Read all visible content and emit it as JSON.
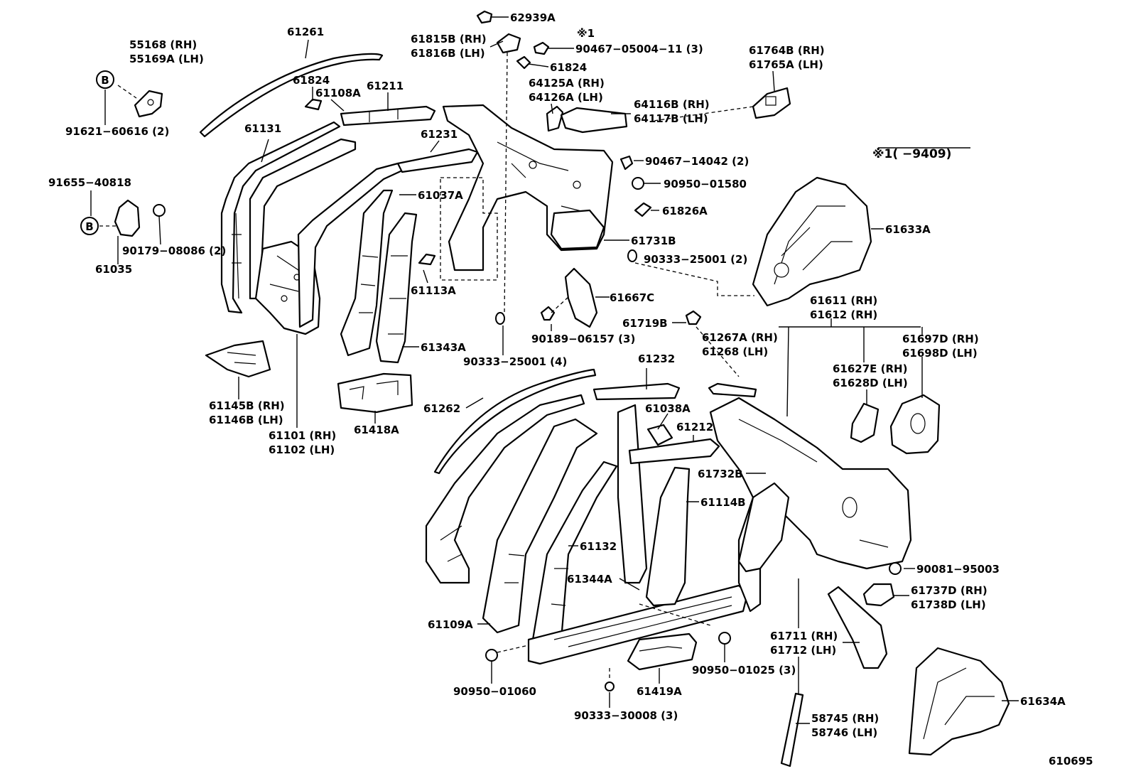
{
  "labels": {
    "l62939A": "62939A",
    "l61815B": "61815B (RH)",
    "l61816B": "61816B (LH)",
    "star1_top": "※1",
    "l90467_05004": "90467−05004−11 (3)",
    "l61824_b": "61824",
    "l61764B": "61764B (RH)",
    "l61765A": "61765A (LH)",
    "l64125A": "64125A (RH)",
    "l64126A": "64126A (LH)",
    "l64116B": "64116B (RH)",
    "l64117B": "64117B (LH)",
    "l61261": "61261",
    "l55168": "55168    (RH)",
    "l55169A": "55169A (LH)",
    "l91621": "91621−60616 (2)",
    "l61824_a": "61824",
    "l61108A": "61108A",
    "l61211": "61211",
    "l61131": "61131",
    "l61231": "61231",
    "l90467_14042": "90467−14042 (2)",
    "star1_note": "※1(        −9409)",
    "l91655": "91655−40818",
    "l90950_01580": "90950−01580",
    "l61037A": "61037A",
    "l61826A": "61826A",
    "l61633A": "61633A",
    "l90179": "90179−08086 (2)",
    "l61035": "61035",
    "l61731B": "61731B",
    "l90333_25001_2": "90333−25001 (2)",
    "l61113A": "61113A",
    "l61667C": "61667C",
    "l61611": "61611 (RH)",
    "l61612": "61612 (RH)",
    "l61719B": "61719B",
    "l61267A": "61267A (RH)",
    "l61268": "61268    (LH)",
    "l61697D": "61697D (RH)",
    "l61698D": "61698D (LH)",
    "l90189": "90189−06157 (3)",
    "l61343A": "61343A",
    "l90333_25001_4": "90333−25001 (4)",
    "l61232": "61232",
    "l61627E": "61627E (RH)",
    "l61628D": "61628D (LH)",
    "l61145B": "61145B (RH)",
    "l61146B": "61146B (LH)",
    "l61262": "61262",
    "l61038A": "61038A",
    "l61418A": "61418A",
    "l61212": "61212",
    "l61101": "61101 (RH)",
    "l61102": "61102 (LH)",
    "l61732B": "61732B",
    "l61114B": "61114B",
    "l61132": "61132",
    "l90081": "90081−95003",
    "l61344A": "61344A",
    "l61737D": "61737D (RH)",
    "l61738D": "61738D (LH)",
    "l61109A": "61109A",
    "l61711": "61711 (RH)",
    "l61712": "61712 (LH)",
    "l90950_01025": "90950−01025 (3)",
    "l90950_01060": "90950−01060",
    "l61419A": "61419A",
    "l61634A": "61634A",
    "l90333_30008": "90333−30008 (3)",
    "l58745": "58745 (RH)",
    "l58746": "58746 (LH)",
    "diagram_id": "610695",
    "b_marker_1": "B",
    "b_marker_2": "B"
  }
}
